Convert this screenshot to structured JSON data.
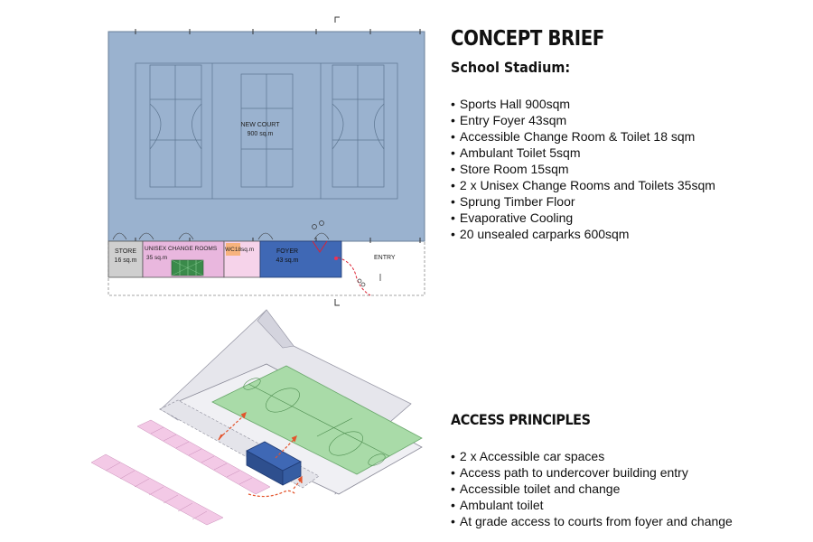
{
  "concept": {
    "title": "CONCEPT BRIEF",
    "subtitle": "School Stadium:",
    "items": [
      "Sports Hall 900sqm",
      "Entry Foyer 43sqm",
      "Accessible Change Room & Toilet 18 sqm",
      "Ambulant Toilet 5sqm",
      "Store Room 15sqm",
      "2 x Unisex Change Rooms and Toilets 35sqm",
      "Sprung Timber Floor",
      "Evaporative Cooling",
      "20 unsealed carparks 600sqm"
    ]
  },
  "access": {
    "title": "ACCESS PRINCIPLES",
    "items": [
      "2 x Accessible car spaces",
      "Access path to undercover building entry",
      "Accessible toilet and change",
      "Ambulant toilet",
      "At grade access to courts from foyer and change"
    ]
  },
  "plan": {
    "court_label": "NEW COURT",
    "court_area": "900 sq.m",
    "store_label": "STORE",
    "store_area": "16 sq.m",
    "change_label": "UNISEX CHANGE ROOMS",
    "change_area": "35 sq.m",
    "wc_label": "WC18sq.m",
    "foyer_label": "FOYER",
    "foyer_area": "43 sq.m",
    "entry_label": "ENTRY"
  },
  "colors": {
    "hall": "#9ab2cf",
    "foyer": "#3f68b5",
    "change": "#e9b7de",
    "court_green": "#a9dba8",
    "parking": "#f3c9e6",
    "access_arrow": "#e3542c"
  }
}
